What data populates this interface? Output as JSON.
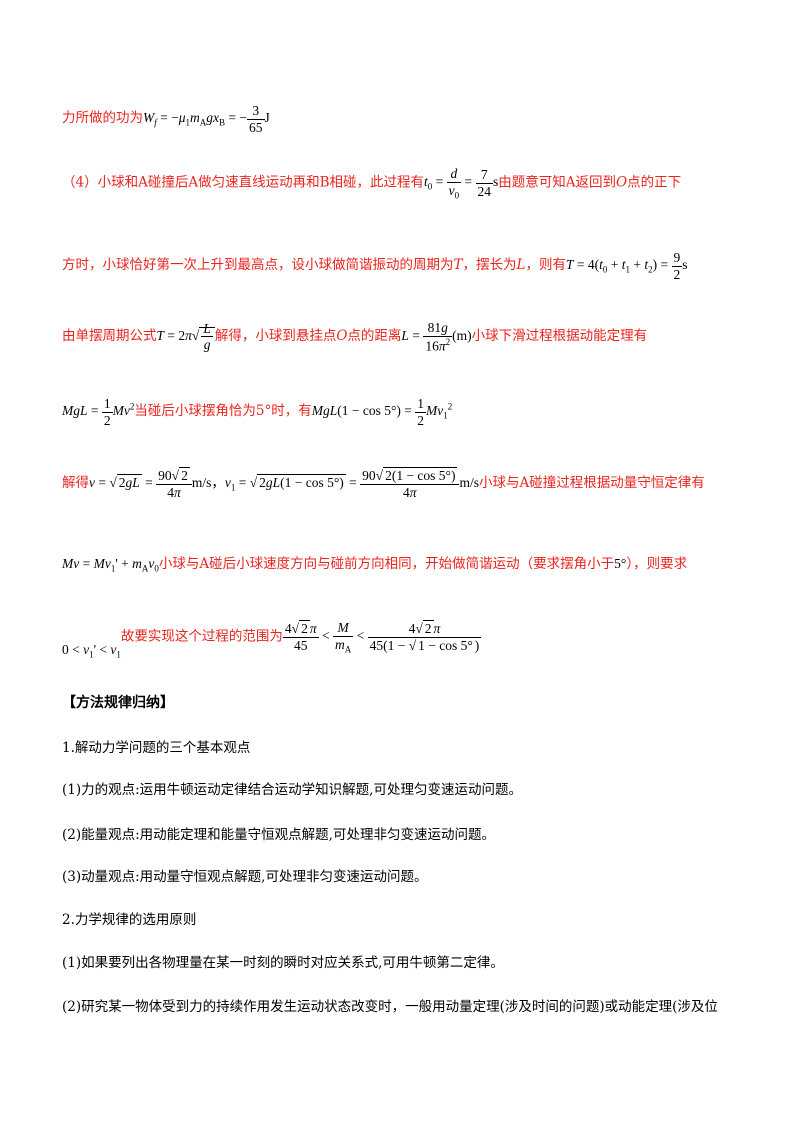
{
  "p1": {
    "t1": "力所做的功为"
  },
  "p2": {
    "t1": "（4）小球和A碰撞后A做匀速直线运动再和B相碰，此过程有",
    "t2": "由题意可知A返回到",
    "o": "O",
    "t3": "点的正下"
  },
  "p3": {
    "t1": "方时，小球恰好第一次上升到最高点，设小球做简谐振动的周期为",
    "T": "T",
    "t2": "，摆长为",
    "L": "L",
    "t3": "，则有"
  },
  "p4": {
    "t1": "由单摆周期公式",
    "t2": "解得，小球到悬挂点",
    "o": "O",
    "t3": "点的距离",
    "t4": "小球下滑过程根据动能定理有"
  },
  "p5": {
    "t1": "当碰后小球摆角恰为",
    "angle": "5°",
    "t2": "时，有"
  },
  "p6": {
    "t1": "解得",
    "t2": "小球与A碰撞过程根据动量守恒定律有"
  },
  "p7": {
    "t1": "小球与A碰后小球速度方向与碰前方向相同，开始做简谐运动（要求摆角小于",
    "t2": "），则要求"
  },
  "p8": {
    "t1": "故要实现这个过程的范围为"
  },
  "summary": {
    "title": "【方法规律归纳】",
    "l1": "1.解动力学问题的三个基本观点",
    "l2": "(1)力的观点:运用牛顿运动定律结合运动学知识解题,可处理匀变速运动问题。",
    "l3": "(2)能量观点:用动能定理和能量守恒观点解题,可处理非匀变速运动问题。",
    "l4": "(3)动量观点:用动量守恒观点解题,可处理非匀变速运动问题。",
    "l5": "2.力学规律的选用原则",
    "l6": "(1)如果要列出各物理量在某一时刻的瞬时对应关系式,可用牛顿第二定律。",
    "l7": "(2)研究某一物体受到力的持续作用发生运动状态改变时，一般用动量定理(涉及时间的问题)或动能定理(涉及位"
  },
  "colors": {
    "answer": "#e8251f",
    "text": "#000000"
  }
}
